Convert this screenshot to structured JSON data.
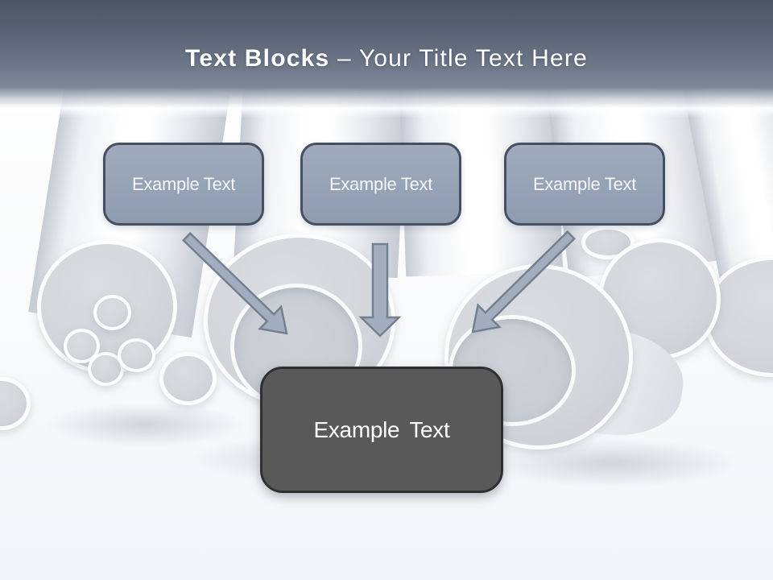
{
  "title": {
    "emphasis": "Text Blocks",
    "separator": "–",
    "remainder": "Your Title Text Here"
  },
  "boxes": {
    "source": [
      {
        "id": "box-1",
        "label": "Example Text"
      },
      {
        "id": "box-2",
        "label": "Example Text"
      },
      {
        "id": "box-3",
        "label": "Example Text"
      }
    ],
    "target": {
      "id": "summary-box",
      "label": "Example Text"
    }
  },
  "arrows": [
    {
      "id": "arrow-1",
      "from": "box-1",
      "to": "summary-box",
      "direction": "down-right"
    },
    {
      "id": "arrow-2",
      "from": "box-2",
      "to": "summary-box",
      "direction": "down"
    },
    {
      "id": "arrow-3",
      "from": "box-3",
      "to": "summary-box",
      "direction": "down-left"
    }
  ],
  "colors": {
    "header_gradient_top": "#4c5565",
    "header_gradient_bottom": "#7e8898",
    "title_text": "#ffffff",
    "source_box_fill": "#98a4b7",
    "source_box_border": "#454f63",
    "source_box_text": "#f4f6f9",
    "target_box_fill": "#595959",
    "target_box_border": "#303030",
    "target_box_text": "#ffffff",
    "arrow_fill": "#a2aec0",
    "arrow_border": "#75808f",
    "pipes_gray": "#d3d6db"
  }
}
